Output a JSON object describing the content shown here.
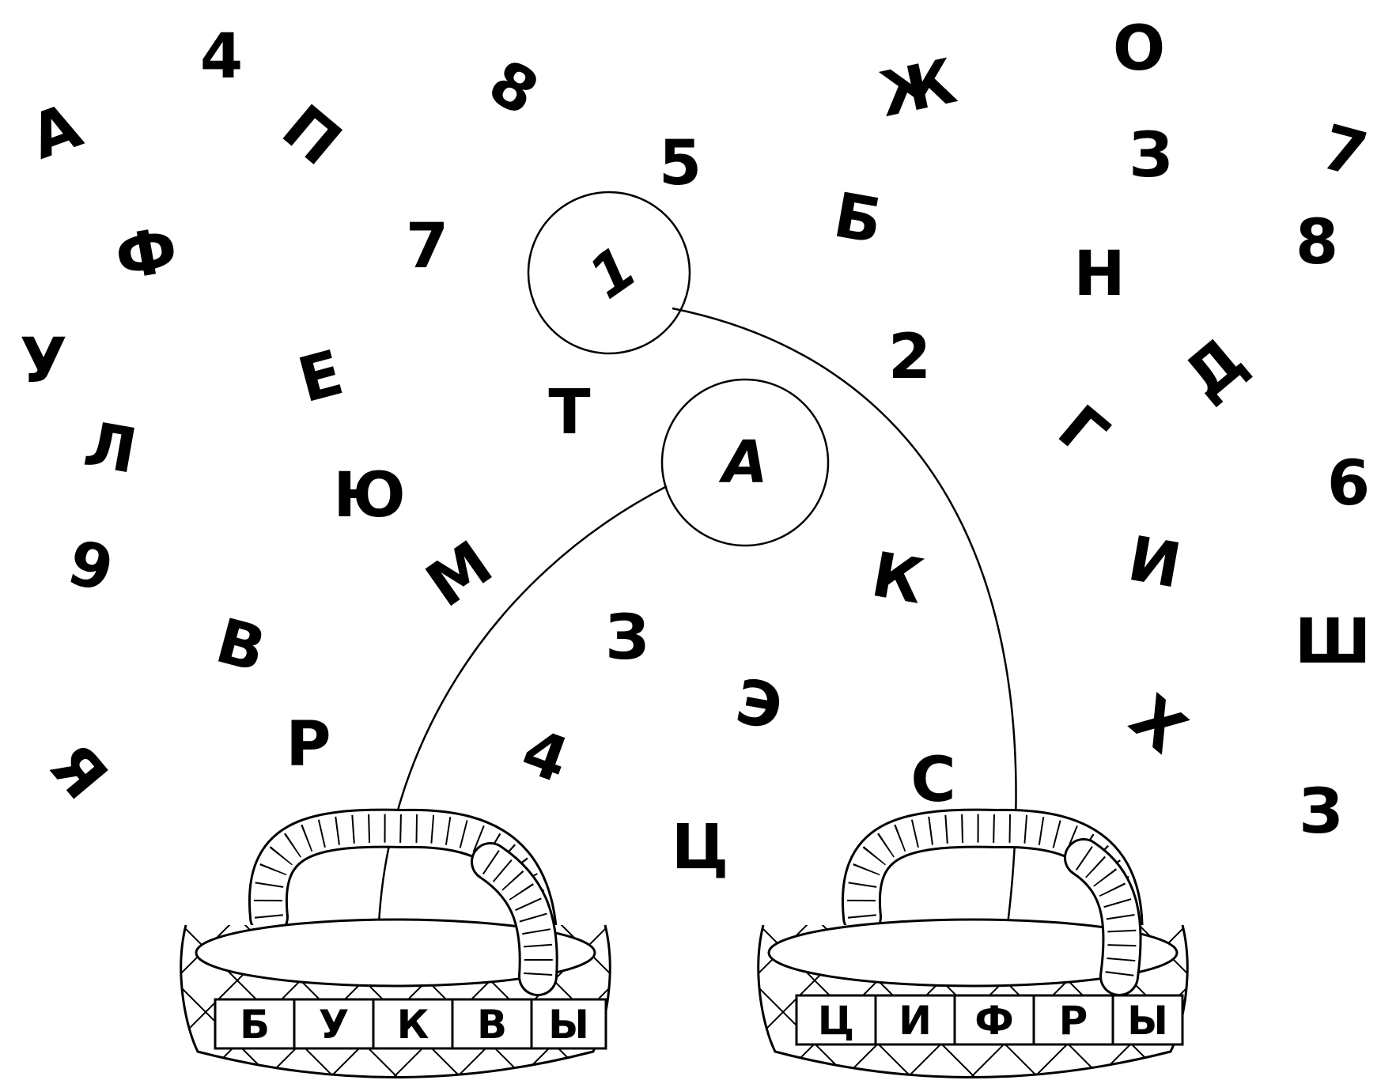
{
  "colors": {
    "ink": "#000000",
    "paper": "#ffffff"
  },
  "scattered_characters": [
    {
      "char": "4"
    },
    {
      "char": "8"
    },
    {
      "char": "Ж"
    },
    {
      "char": "О"
    },
    {
      "char": "А"
    },
    {
      "char": "П"
    },
    {
      "char": "5"
    },
    {
      "char": "З"
    },
    {
      "char": "7"
    },
    {
      "char": "Ф"
    },
    {
      "char": "7"
    },
    {
      "char": "Б"
    },
    {
      "char": "8"
    },
    {
      "char": "Н"
    },
    {
      "char": "У"
    },
    {
      "char": "Е"
    },
    {
      "char": "2"
    },
    {
      "char": "Д"
    },
    {
      "char": "Т"
    },
    {
      "char": "Г"
    },
    {
      "char": "Л"
    },
    {
      "char": "Ю"
    },
    {
      "char": "6"
    },
    {
      "char": "9"
    },
    {
      "char": "М"
    },
    {
      "char": "К"
    },
    {
      "char": "И"
    },
    {
      "char": "З"
    },
    {
      "char": "Ш"
    },
    {
      "char": "В"
    },
    {
      "char": "Э"
    },
    {
      "char": "Х"
    },
    {
      "char": "Р"
    },
    {
      "char": "4"
    },
    {
      "char": "Я"
    },
    {
      "char": "С"
    },
    {
      "char": "З"
    },
    {
      "char": "Ц"
    }
  ],
  "examples": [
    {
      "char": "1",
      "target": "digits_basket"
    },
    {
      "char": "А",
      "target": "letters_basket"
    }
  ],
  "baskets": {
    "letters": {
      "label": [
        "Б",
        "У",
        "К",
        "В",
        "Ы"
      ]
    },
    "digits": {
      "label": [
        "Ц",
        "И",
        "Ф",
        "Р",
        "Ы"
      ]
    }
  }
}
